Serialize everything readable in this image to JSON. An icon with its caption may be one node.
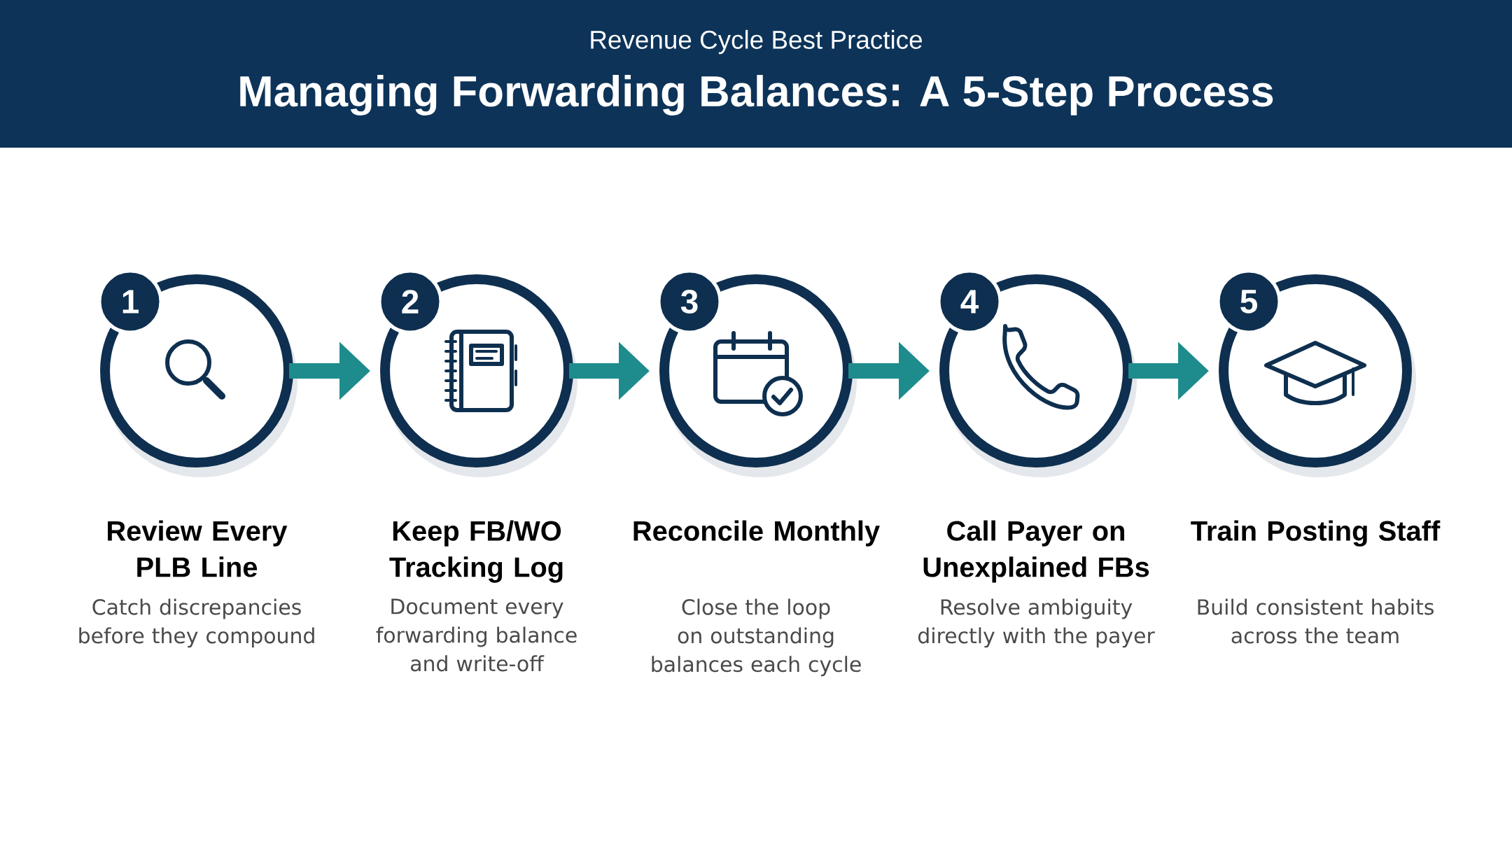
{
  "diagram": {
    "title": "Managing Forwarding Balances: A 5-Step Process",
    "nodes": [
      {
        "text": [
          "1",
          "Review Every PLB Line",
          "Catch discrepancies before they compound"
        ]
      },
      {
        "text": [
          "2",
          "Keep FB/WO Tracking Log",
          "Document every forwarding balance and write-off"
        ]
      },
      {
        "text": [
          "3",
          "Reconcile Monthly",
          "Close the loop on outstanding balances each cycle"
        ]
      },
      {
        "text": [
          "4",
          "Call Payer on Unexplained FBs",
          "Resolve ambiguity directly with the payer"
        ]
      },
      {
        "text": [
          "5",
          "Train Posting Staff",
          "Build consistent habits across the team"
        ]
      }
    ],
    "edges": [
      {
        "from": 0,
        "to": 1,
        "arrow": "to"
      },
      {
        "from": 1,
        "to": 2,
        "arrow": "to"
      },
      {
        "from": 2,
        "to": 3,
        "arrow": "to"
      },
      {
        "from": 3,
        "to": 4,
        "arrow": "to"
      }
    ],
    "labels": [
      "Revenue Cycle Best Practice"
    ]
  }
}
